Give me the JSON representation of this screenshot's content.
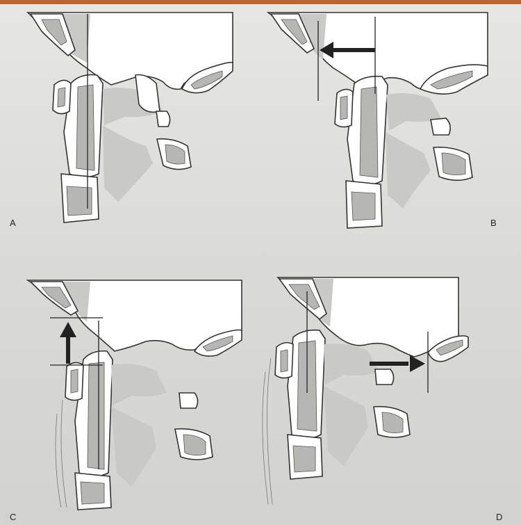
{
  "panels": [
    {
      "id": "A",
      "label": "A",
      "icon": "cervical-spine-neutral-illustration"
    },
    {
      "id": "B",
      "label": "B",
      "icon": "cervical-spine-anterior-translation-illustration"
    },
    {
      "id": "C",
      "label": "C",
      "icon": "cervical-spine-vertical-translation-illustration"
    },
    {
      "id": "D",
      "label": "D",
      "icon": "cervical-spine-posterior-translation-illustration"
    }
  ],
  "colors": {
    "accent_strip": "#b8652e",
    "background": "#dadad7",
    "ink": "#222222"
  }
}
